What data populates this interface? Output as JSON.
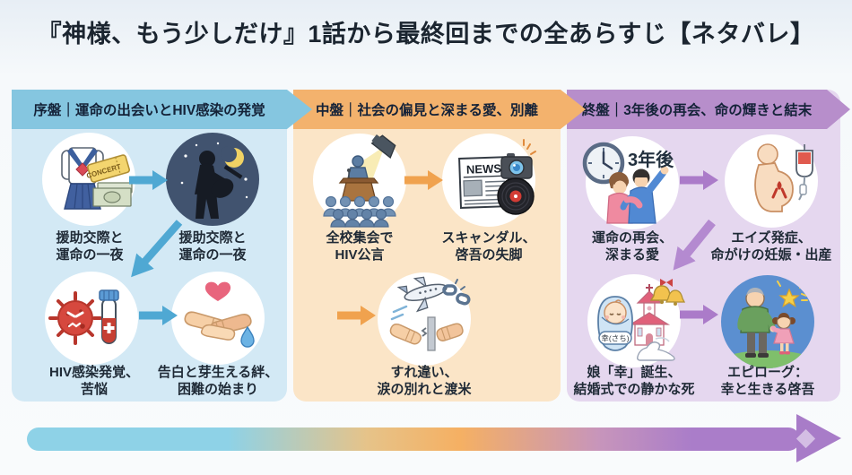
{
  "title": "『神様、もう少しだけ』1話から最終回までの全あらすじ【ネタバレ】",
  "panels": [
    {
      "id": "early",
      "header": "序盤｜運命の出会いとHIV感染の発覚",
      "steps": [
        {
          "icon": "uniform-ticket-money-icon",
          "caption_lines": [
            "援助交際と",
            "運命の一夜"
          ]
        },
        {
          "icon": "night-guitarist-icon",
          "caption_lines": [
            "援助交際と",
            "運命の一夜"
          ]
        },
        {
          "icon": "virus-blood-test-icon",
          "caption_lines": [
            "HIV感染発覚、",
            "苦悩"
          ]
        },
        {
          "icon": "hands-heart-icon",
          "caption_lines": [
            "告白と芽生える絆、",
            "困難の始まり"
          ]
        }
      ]
    },
    {
      "id": "mid",
      "header": "中盤｜社会の偏見と深まる愛、別離",
      "steps": [
        {
          "icon": "school-assembly-icon",
          "caption_lines": [
            "全校集会で",
            "HIV公言"
          ]
        },
        {
          "icon": "news-scandal-icon",
          "caption_lines": [
            "スキャンダル、",
            "啓吾の失脚"
          ]
        },
        {
          "icon": "airplane-separation-icon",
          "caption_lines": [
            "すれ違い、",
            "涙の別れと渡米"
          ]
        }
      ]
    },
    {
      "id": "final",
      "header": "終盤｜3年後の再会、命の輝きと結末",
      "steps": [
        {
          "icon": "clock-couple-reunion-icon",
          "caption_lines": [
            "運命の再会、",
            "深まる愛"
          ]
        },
        {
          "icon": "pregnancy-iv-icon",
          "caption_lines": [
            "エイズ発症、",
            "命がけの妊娠・出産"
          ]
        },
        {
          "icon": "baby-church-icon",
          "caption_lines": [
            "娘「幸」誕生、",
            "結婚式での静かな死"
          ]
        },
        {
          "icon": "family-epilogue-icon",
          "caption_lines": [
            "エピローグ：",
            "幸と生きる啓吾"
          ]
        }
      ]
    }
  ],
  "labels": {
    "three_years_later": "3年後",
    "baby_name": "幸(さち)",
    "news": "NEWS",
    "concert": "CONCERT"
  },
  "colors": {
    "early_band": "#85c6e0",
    "early_panel": "#d3e9f5",
    "early_arrow": "#4fa8d3",
    "mid_band": "#f3b26d",
    "mid_panel": "#fbe5c7",
    "mid_arrow": "#f0a24e",
    "final_band": "#b78ecb",
    "final_panel": "#e5d7ef",
    "final_arrow": "#ab7bc9",
    "timeline_gradient": [
      "#8ed2e7",
      "#f2b266",
      "#aa7dc9"
    ]
  }
}
